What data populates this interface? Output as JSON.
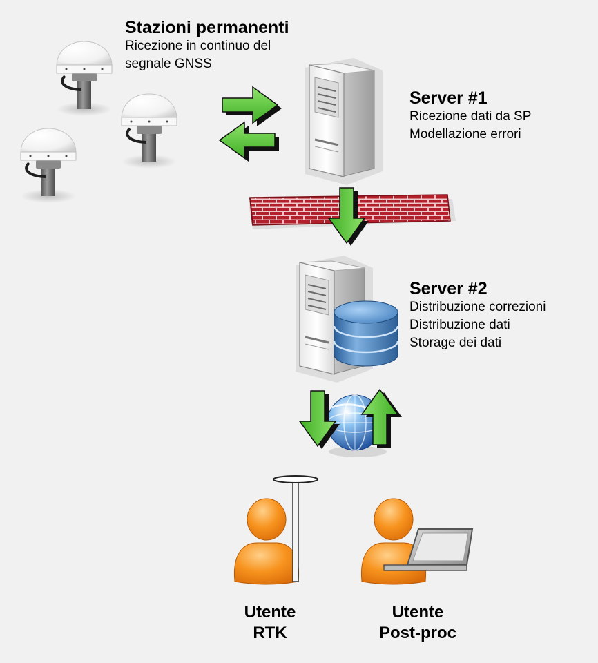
{
  "stations": {
    "title": "Stazioni permanenti",
    "lines": [
      "Ricezione in continuo del",
      "segnale GNSS"
    ]
  },
  "server1": {
    "title": "Server #1",
    "lines": [
      "Ricezione dati da SP",
      "Modellazione errori"
    ]
  },
  "server2": {
    "title": "Server #2",
    "lines": [
      "Distribuzione correzioni",
      "Distribuzione dati",
      "Storage dei dati"
    ]
  },
  "users": {
    "rtk": [
      "Utente",
      "RTK"
    ],
    "postproc": [
      "Utente",
      "Post-proc"
    ]
  },
  "colors": {
    "arrow_green": "#5cc83a",
    "firewall_red": "#b0202a",
    "person_orange": "#f7931e",
    "db_blue": "#3f7fc0"
  },
  "icons": [
    "gnss-antenna-icon",
    "server-icon",
    "firewall-icon",
    "database-icon",
    "globe-icon",
    "person-icon",
    "laptop-icon",
    "arrow-icon"
  ]
}
